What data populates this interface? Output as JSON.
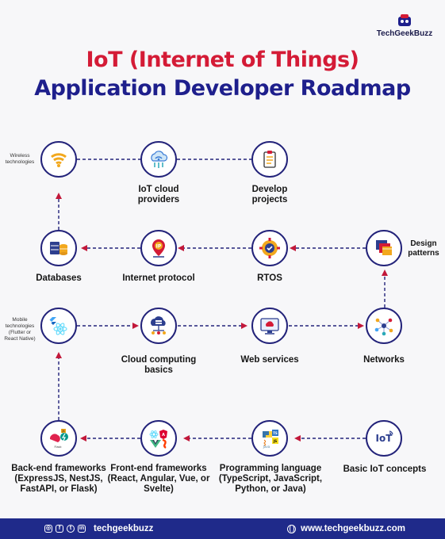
{
  "brand": {
    "name": "TechGeekBuzz"
  },
  "title": {
    "line1": "IoT (Internet of Things)",
    "line2": "Application Developer Roadmap"
  },
  "nodes": {
    "wireless": {
      "label": "",
      "side_label": "Wireless technologies",
      "icon": "wifi-icon"
    },
    "iot_cloud": {
      "label": "IoT cloud providers",
      "icon": "cloud-icon"
    },
    "develop_projects": {
      "label": "Develop projects",
      "icon": "clipboard-icon"
    },
    "databases": {
      "label": "Databases",
      "icon": "database-icon"
    },
    "internet_protocol": {
      "label": "Internet protocol",
      "icon": "ip-pin-icon"
    },
    "rtos": {
      "label": "RTOS",
      "icon": "cpu-gear-icon"
    },
    "design_patterns": {
      "label": "",
      "side_label": "Design patterns",
      "icon": "windows-icon"
    },
    "mobile": {
      "label": "",
      "side_label": "Mobile technologies (Flutter or React Native)",
      "icon": "react-flutter-icon"
    },
    "cloud_computing": {
      "label": "Cloud computing basics",
      "icon": "cloud-server-icon"
    },
    "web_services": {
      "label": "Web services",
      "icon": "monitor-cloud-icon"
    },
    "networks": {
      "label": "Networks",
      "icon": "network-icon"
    },
    "backend": {
      "label": "Back-end frameworks (ExpressJS, NestJS, FastAPI, or Flask)",
      "icon": "backend-logos-icon"
    },
    "frontend": {
      "label": "Front-end frameworks (React, Angular, Vue, or Svelte)",
      "icon": "frontend-logos-icon"
    },
    "programming": {
      "label": "Programming language (TypeScript, JavaScript, Python, or Java)",
      "icon": "languages-icon"
    },
    "basic_iot": {
      "label": "Basic IoT concepts",
      "icon": "iot-icon"
    }
  },
  "footer": {
    "handle": "techgeekbuzz",
    "website": "www.techgeekbuzz.com"
  },
  "colors": {
    "title_red": "#d41b36",
    "title_blue": "#1e1f8c",
    "node_border": "#23237a",
    "arrow": "#c2183a",
    "footer_bg": "#1f2a8a"
  }
}
